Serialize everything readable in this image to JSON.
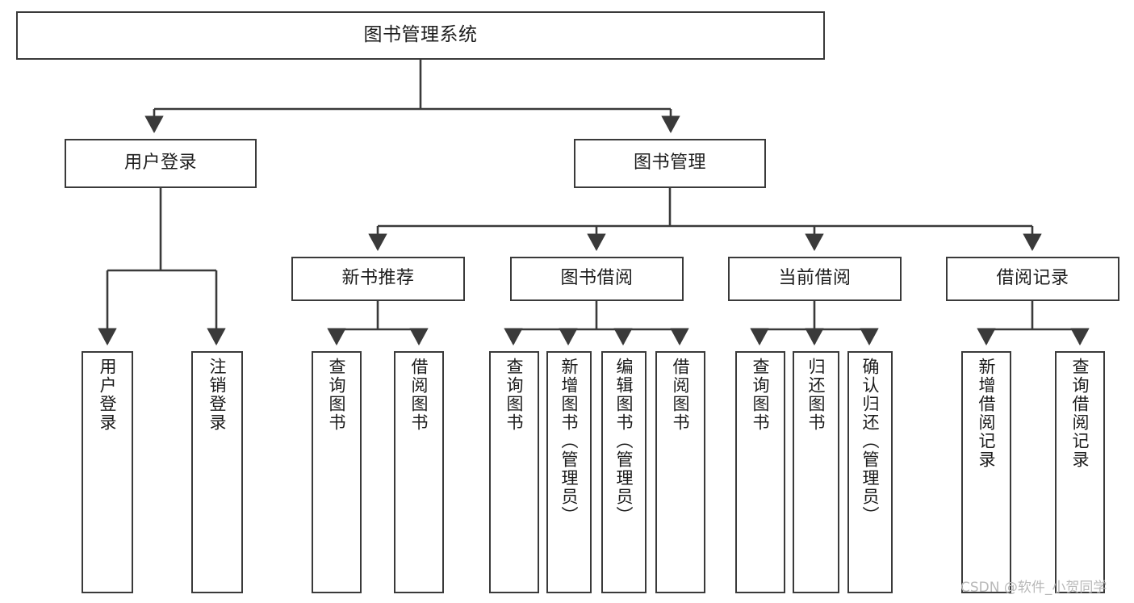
{
  "diagram": {
    "type": "tree",
    "title": "图书管理系统",
    "orientation": "top-down",
    "colors": {
      "box_border": "#3a3a3a",
      "box_fill": "#ffffff",
      "line": "#3a3a3a",
      "text": "#1c1c1c",
      "watermark": "#b9b9b9",
      "background": "#ffffff"
    },
    "root": {
      "id": "root",
      "label": "图书管理系统"
    },
    "level1": [
      {
        "id": "user-login",
        "label": "用户登录"
      },
      {
        "id": "book-manage",
        "label": "图书管理"
      }
    ],
    "level2": [
      {
        "id": "new-book-rec",
        "label": "新书推荐",
        "parent": "book-manage"
      },
      {
        "id": "book-borrow",
        "label": "图书借阅",
        "parent": "book-manage"
      },
      {
        "id": "current-borrow",
        "label": "当前借阅",
        "parent": "book-manage"
      },
      {
        "id": "borrow-record",
        "label": "借阅记录",
        "parent": "book-manage"
      }
    ],
    "leaves": [
      {
        "id": "leaf-user-login",
        "label": "用户登录",
        "parent": "user-login"
      },
      {
        "id": "leaf-logout-login",
        "label": "注销登录",
        "parent": "user-login"
      },
      {
        "id": "leaf-query-book-1",
        "label": "查询图书",
        "parent": "new-book-rec"
      },
      {
        "id": "leaf-borrow-book-1",
        "label": "借阅图书",
        "parent": "new-book-rec"
      },
      {
        "id": "leaf-query-book-2",
        "label": "查询图书",
        "parent": "book-borrow"
      },
      {
        "id": "leaf-add-book",
        "label": "新增图书（管理员）",
        "parent": "book-borrow"
      },
      {
        "id": "leaf-edit-book",
        "label": "编辑图书（管理员）",
        "parent": "book-borrow"
      },
      {
        "id": "leaf-borrow-book-2",
        "label": "借阅图书",
        "parent": "book-borrow"
      },
      {
        "id": "leaf-query-book-3",
        "label": "查询图书",
        "parent": "current-borrow"
      },
      {
        "id": "leaf-return-book",
        "label": "归还图书",
        "parent": "current-borrow"
      },
      {
        "id": "leaf-confirm-return",
        "label": "确认归还（管理员）",
        "parent": "current-borrow"
      },
      {
        "id": "leaf-add-record",
        "label": "新增借阅记录",
        "parent": "borrow-record"
      },
      {
        "id": "leaf-query-record",
        "label": "查询借阅记录",
        "parent": "borrow-record"
      }
    ]
  },
  "watermark": {
    "text": "CSDN @软件_小贺同学"
  }
}
